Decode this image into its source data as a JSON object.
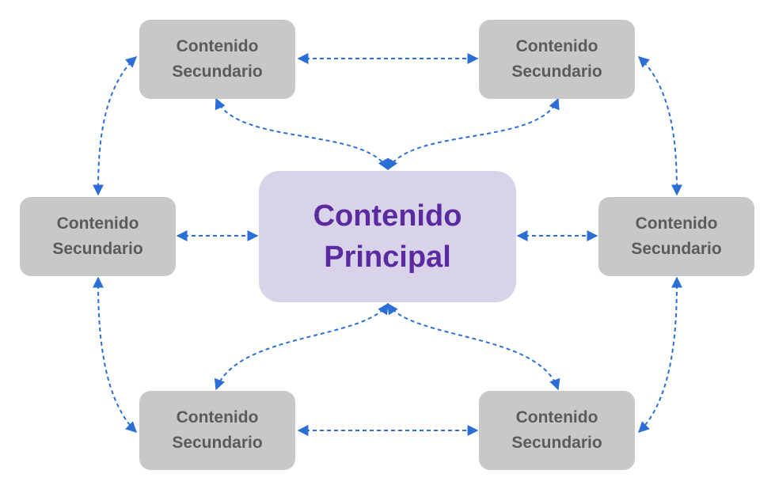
{
  "main": {
    "line1": "Contenido",
    "line2": "Principal"
  },
  "secondary": [
    {
      "line1": "Contenido",
      "line2": "Secundario"
    },
    {
      "line1": "Contenido",
      "line2": "Secundario"
    },
    {
      "line1": "Contenido",
      "line2": "Secundario"
    },
    {
      "line1": "Contenido",
      "line2": "Secundario"
    },
    {
      "line1": "Contenido",
      "line2": "Secundario"
    },
    {
      "line1": "Contenido",
      "line2": "Secundario"
    }
  ],
  "colors": {
    "connector": "#2b6fd6",
    "secondary_fill": "#c8c8c8",
    "secondary_text": "#5b5b5b",
    "main_fill": "#d9d3ea",
    "main_text": "#5b2aa0"
  }
}
